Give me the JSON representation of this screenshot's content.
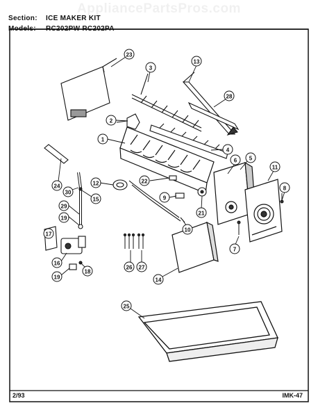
{
  "header": {
    "section_label": "Section:",
    "section_value": "ICE MAKER KIT",
    "models_label": "Models:",
    "models_value": "RC202PW  RC202PA"
  },
  "watermark": "AppliancePartsPros.com",
  "footer": {
    "date": "2/93",
    "code": "IMK-47"
  },
  "callouts": {
    "c1": "1",
    "c2": "2",
    "c3": "3",
    "c4": "4",
    "c5": "5",
    "c6": "6",
    "c7": "7",
    "c8": "8",
    "c9": "9",
    "c10": "10",
    "c11": "11",
    "c12": "12",
    "c13": "13",
    "c14": "14",
    "c15": "15",
    "c16": "16",
    "c17": "17",
    "c18": "18",
    "c19a": "19",
    "c19b": "19",
    "c21": "21",
    "c22": "22",
    "c23": "23",
    "c24": "24",
    "c25": "25",
    "c26": "26",
    "c27": "27",
    "c28": "28",
    "c29": "29",
    "c30": "30"
  }
}
